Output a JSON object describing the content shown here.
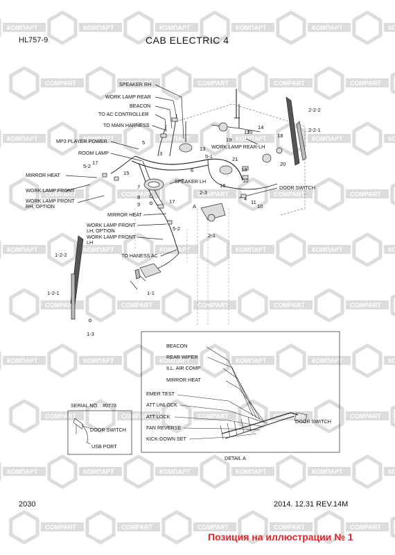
{
  "header": {
    "model": "HL757-9",
    "title": "CAB ELECTRIC 4"
  },
  "footer": {
    "page": "2030",
    "revision": "2014. 12.31  REV.14M"
  },
  "caption": "Позиция на иллюстрации № 1",
  "watermark": {
    "text": "COMPART",
    "cyrillic_text": "КОМПАРТ",
    "color": "#dcdcdc"
  },
  "labels": {
    "speaker_rh": "SPEAKER RH",
    "work_lamp_rear": "WORK LAMP REAR",
    "beacon": "BEACON",
    "to_ac_controller": "TO AC CONTROLLER",
    "to_main_harness": "TO MAIN HARNESS",
    "mp3_player_power": "MP3 PLAYER POWER",
    "room_lamp": "ROOM LAMP",
    "mirror_heat": "MIRROR HEAT",
    "work_lamp_front": "WORK LAMP FRONT",
    "work_lamp_front_rh_option_1": "WORK LAMP FRONT",
    "work_lamp_front_rh_option_2": "RH, OPTION",
    "speaker_lh": "SPEAKER LH",
    "work_lamp_rear_lh": "WORK LAMP REAR-LH",
    "door_switch": "DOOR SWITCH",
    "mirror_heat_2": "MIRROR HEAT",
    "work_lamp_front_lh_option_1": "WORK LAMP FRONT",
    "work_lamp_front_lh_option_2": "LH, OPTION",
    "work_lamp_front_lh_1": "WORK LAMP FRONT",
    "work_lamp_front_lh_2": "LH",
    "to_haness_ac": "TO HANESS AC",
    "marker_a": "A"
  },
  "parts": {
    "p1_2_2": "1-2-2",
    "p1_2_1": "1-2-1",
    "p1_3": "1-3",
    "p1_1": "1-1",
    "p2_1": "2-1",
    "p2_2_2": "2-2-2",
    "p2_2_1": "2-2-1",
    "p2_3": "2-3",
    "p3": "3",
    "p4": "4",
    "p5": "5",
    "p5_1": "5-1",
    "p5_2a": "5-2",
    "p5_2b": "5-2",
    "p6": "6",
    "p7": "7",
    "p8": "8",
    "p9": "9",
    "p10a": "10",
    "p10b": "10",
    "p10c": "10",
    "p11": "11",
    "p12": "12",
    "p13a": "13",
    "p13b": "13",
    "p14": "14",
    "p15": "15",
    "p16": "16",
    "p17a": "17",
    "p17b": "17",
    "p18": "18",
    "p19": "19",
    "p20": "20",
    "p21": "21"
  },
  "detail_a": {
    "title": "DETAIL A",
    "labels": [
      "BEACON",
      "REAR WIPER",
      "ILL. AIR COMP",
      "MIRROR HEAT",
      "EMER TEST",
      "ATT UNLOCK",
      "ATT LOCK",
      "FAN REVERSE",
      "KICK-DOWN SET"
    ],
    "door_switch": "DOOR SWITCH"
  },
  "serial_box": {
    "title": "SERIAL NO. : #0778",
    "door_switch": "DOOR SWITCH",
    "usb_port": "USB PORT"
  }
}
